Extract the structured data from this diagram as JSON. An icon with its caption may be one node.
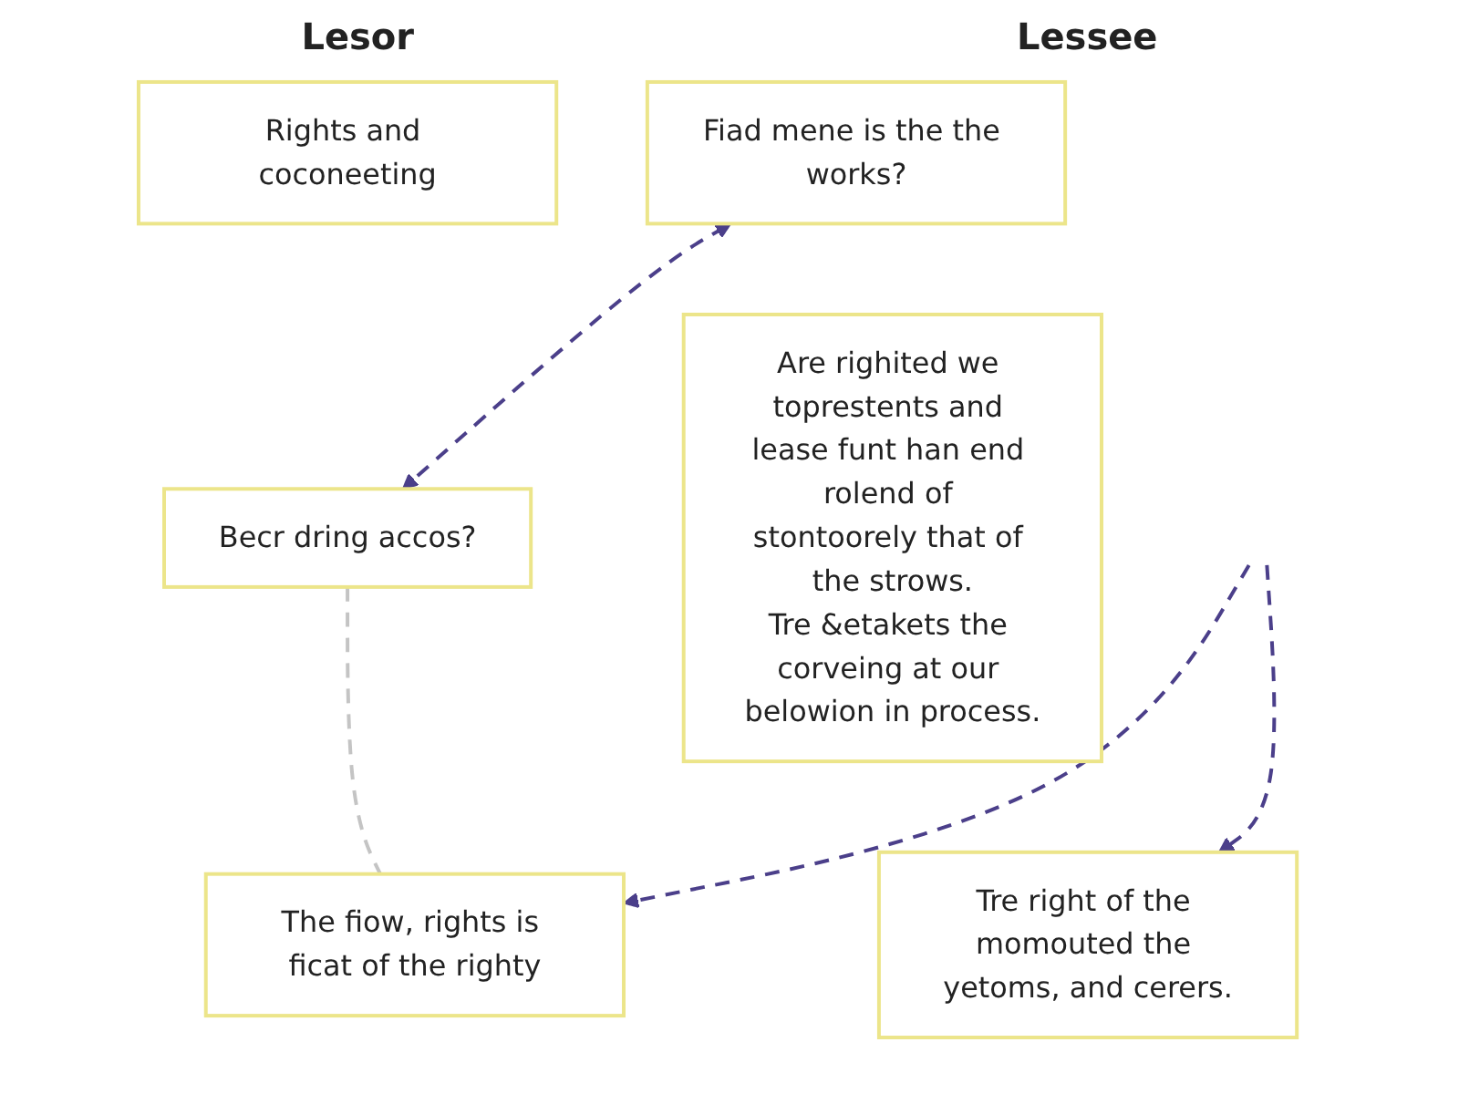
{
  "diagram": {
    "nodes": [
      {
        "text": [
          "Rights and coconeeting"
        ]
      },
      {
        "text": [
          "Becr dring accos?"
        ]
      },
      {
        "text": [
          "The fiow, rights is ficat of the righty"
        ]
      },
      {
        "text": [
          "Fiad mene is the the works?"
        ]
      },
      {
        "text": [
          "Are righited we toprestents and lease funt han end rolend of stontoorely that of the strows.",
          "Tre &etakets the corveing at our belowion in process."
        ]
      },
      {
        "text": [
          "Tre right of the momouted the yetoms, and cerers."
        ]
      }
    ],
    "edges": [
      {
        "from": 1,
        "to": 3,
        "arrow": "both",
        "style": "dashed"
      },
      {
        "from": 1,
        "to": 2,
        "arrow": "none",
        "style": "dashed",
        "color": "#c4c4c4"
      },
      {
        "from": null,
        "to": 2,
        "arrow": "to",
        "style": "dashed"
      },
      {
        "from": null,
        "to": 5,
        "arrow": "to",
        "style": "dashed"
      }
    ],
    "labels": [
      "Lesor",
      "Lessee"
    ]
  }
}
